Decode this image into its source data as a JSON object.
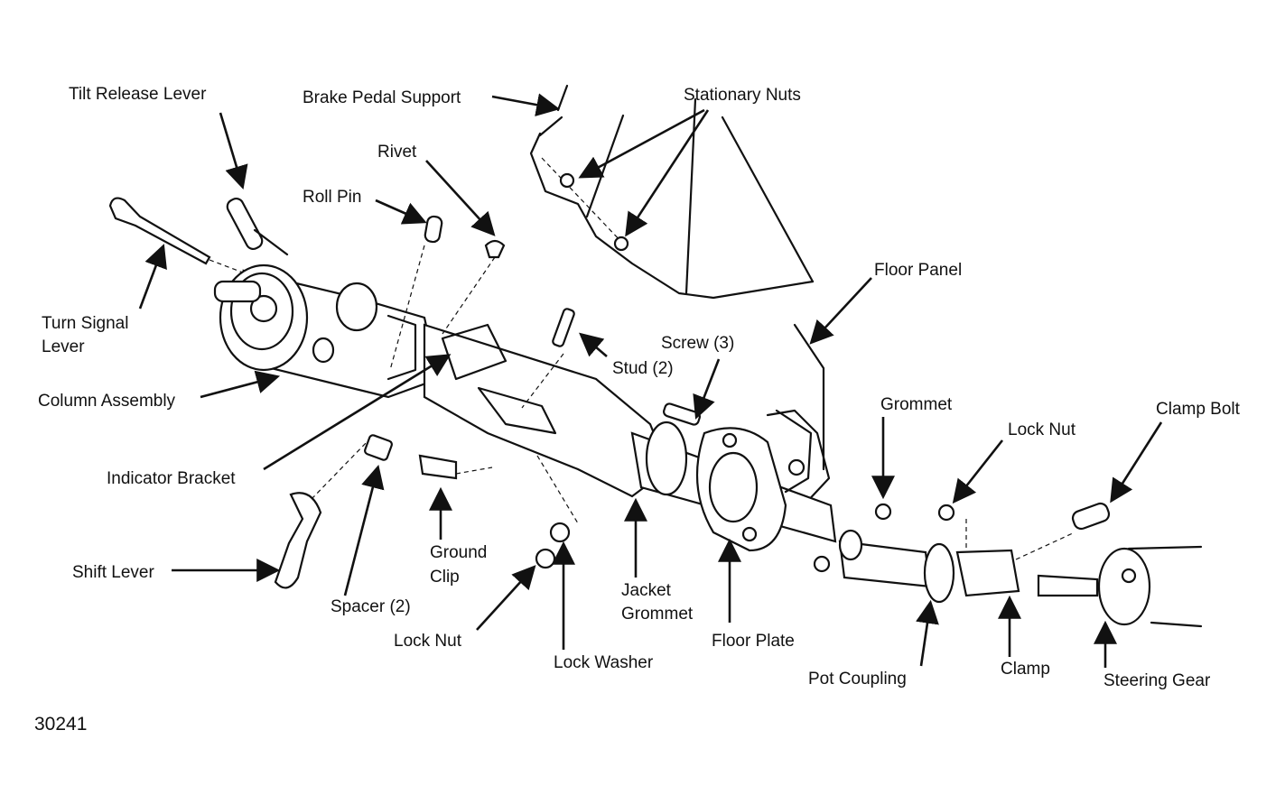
{
  "labels": {
    "tilt_release_lever": "Tilt Release Lever",
    "brake_pedal_support": "Brake Pedal Support",
    "stationary_nuts": "Stationary Nuts",
    "rivet": "Rivet",
    "roll_pin": "Roll Pin",
    "floor_panel": "Floor Panel",
    "turn_signal_lever_1": "Turn Signal",
    "turn_signal_lever_2": "Lever",
    "screw": "Screw (3)",
    "stud": "Stud (2)",
    "column_assembly": "Column Assembly",
    "grommet": "Grommet",
    "clamp_bolt": "Clamp Bolt",
    "lock_nut_right": "Lock Nut",
    "indicator_bracket": "Indicator Bracket",
    "ground_clip_1": "Ground",
    "ground_clip_2": "Clip",
    "shift_lever": "Shift Lever",
    "jacket_grommet_1": "Jacket",
    "jacket_grommet_2": "Grommet",
    "spacer": "Spacer (2)",
    "floor_plate": "Floor Plate",
    "lock_nut_bottom": "Lock Nut",
    "lock_washer": "Lock Washer",
    "clamp": "Clamp",
    "pot_coupling": "Pot Coupling",
    "steering_gear": "Steering Gear",
    "figure_number": "30241"
  },
  "colors": {
    "ink": "#111111",
    "background": "#ffffff"
  }
}
